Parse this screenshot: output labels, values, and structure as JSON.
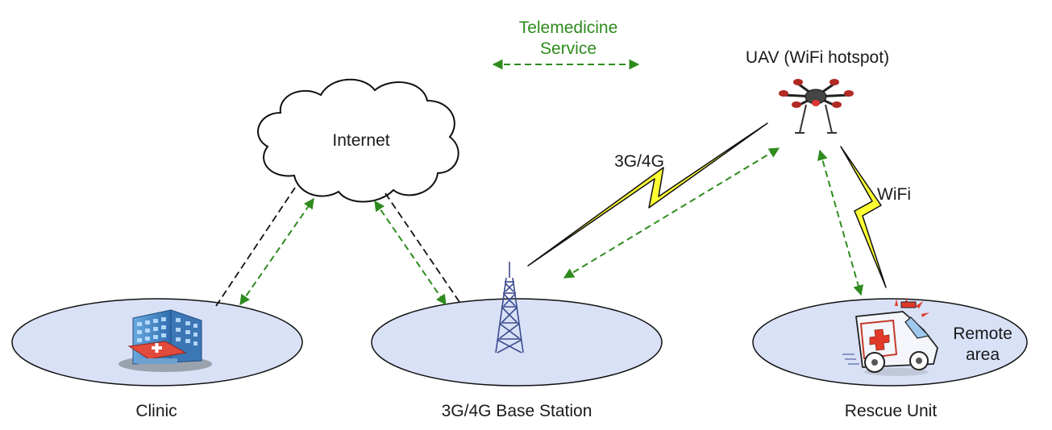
{
  "legend": {
    "line1": "Telemedicine",
    "line2": "Service",
    "color": "#2e8b1e"
  },
  "nodes": {
    "internet": "Internet",
    "uav": "UAV (WiFi hotspot)",
    "clinic": "Clinic",
    "base_station": "3G/4G Base Station",
    "rescue_unit": "Rescue Unit",
    "remote_line1": "Remote",
    "remote_line2": "area"
  },
  "links": {
    "cellular": "3G/4G",
    "wifi": "WiFi"
  },
  "icons": [
    "cloud-icon",
    "hospital-building-icon",
    "cell-tower-icon",
    "drone-icon",
    "ambulance-icon",
    "lightning-bolt-icon"
  ],
  "colors": {
    "ellipse_fill": "#d9e1f7",
    "service_arrow": "#2e8b1e",
    "lightning": "#ffff33"
  }
}
